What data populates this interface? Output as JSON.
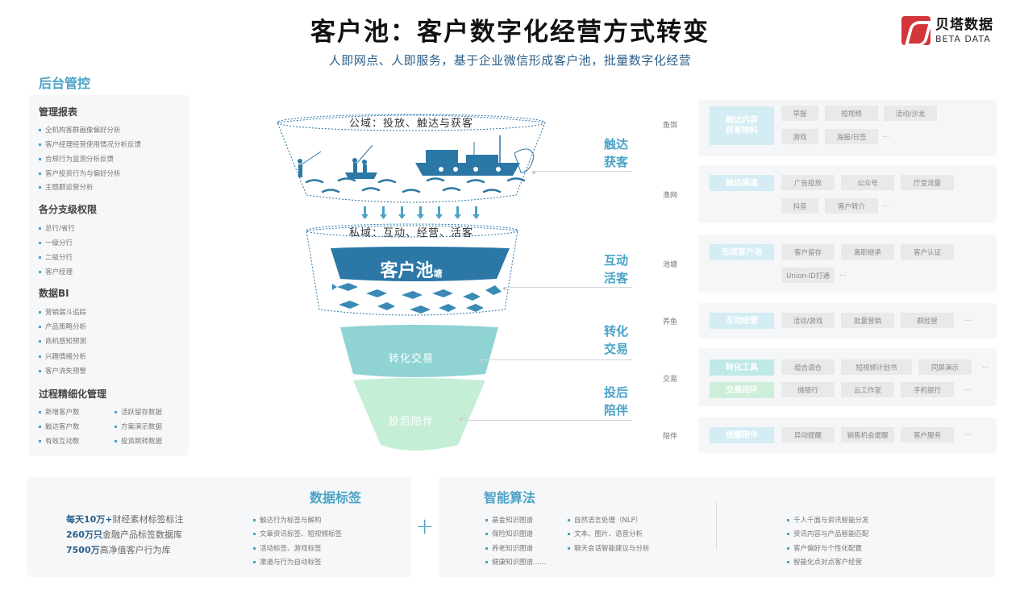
{
  "header": {
    "title": "客户池：客户数字化经营方式转变",
    "subtitle": "人即网点、人即服务，基于企业微信形成客户池，批量数字化经营",
    "logo_cn": "贝塔数据",
    "logo_en": "BETA DATA"
  },
  "left": {
    "title": "后台管控",
    "sections": [
      {
        "title": "管理报表",
        "items": [
          "全机构客群画像偏好分析",
          "客户经理经营使用情况分析反馈",
          "合规行为监测分析反馈",
          "客户投资行为与偏好分析",
          "主题群运营分析"
        ]
      },
      {
        "title": "各分支级权限",
        "items": [
          "总行/省行",
          "一级分行",
          "二级分行",
          "客户经理"
        ]
      },
      {
        "title": "数据BI",
        "items": [
          "营销漏斗追踪",
          "产品策略分析",
          "商机感知预测",
          "兴趣情绪分析",
          "客户流失预警"
        ]
      },
      {
        "title": "过程精细化管理",
        "items": [
          "新增客户数",
          "触达客户数",
          "有效互动数",
          "活跃留存数据",
          "方案演示数据",
          "投资跳转数据"
        ]
      }
    ]
  },
  "funnel": {
    "public_label": "公域：投放、触达与获客",
    "private_label": "私域：互动、经营、活客",
    "pool_label": "客户池",
    "pool_suffix": "塘",
    "convert_label": "转化交易",
    "after_label": "投后陪伴",
    "colors": {
      "pool": "#2b77a6",
      "convert": "#7fcfd1",
      "after": "#bfeccf",
      "accent": "#4ba3c7"
    }
  },
  "stages": [
    {
      "line1": "触达",
      "line2": "获客"
    },
    {
      "line1": "互动",
      "line2": "活客"
    },
    {
      "line1": "转化",
      "line2": "交易"
    },
    {
      "line1": "投后",
      "line2": "陪伴"
    }
  ],
  "right": {
    "rows": [
      {
        "label": "鱼饵"
      },
      {
        "label": "渔网"
      },
      {
        "label": "池塘"
      },
      {
        "label": "养鱼"
      },
      {
        "label": "交易"
      },
      {
        "label": "陪伴"
      }
    ],
    "cards": [
      {
        "category": "触达内容获客物料",
        "cat1": "触达内容",
        "cat2": "获客物料",
        "chips": [
          "早报",
          "短视频",
          "活动/沙龙",
          "游戏",
          "海报/日签"
        ],
        "more": "..."
      },
      {
        "category": "触达渠道",
        "chips": [
          "广告投放",
          "公众号",
          "厅堂流量",
          "抖音",
          "客户转介"
        ],
        "more": "..."
      },
      {
        "category": "形成客户池",
        "chips": [
          "客户留存",
          "离职继承",
          "客户认证",
          "Union-ID打通"
        ],
        "more": "..."
      },
      {
        "category": "互动经营",
        "chips": [
          "活动/游戏",
          "批量营销",
          "群经营"
        ],
        "more": "..."
      },
      {
        "category": "转化工具",
        "chips": [
          "组合调仓",
          "短视频计划书",
          "同屏演示"
        ],
        "more": "..."
      },
      {
        "category": "交易闭环",
        "chips": [
          "微银行",
          "云工作室",
          "手机银行"
        ],
        "more": "..."
      },
      {
        "category": "提醒陪伴",
        "chips": [
          "异动提醒",
          "销售机会提醒",
          "客户服务"
        ],
        "more": "..."
      }
    ]
  },
  "bottom": {
    "data_tags": {
      "title": "数据标签",
      "stats": [
        {
          "bold": "每天10万+",
          "text": "财经素材标签标注"
        },
        {
          "bold": "260万只",
          "text": "金融产品标签数据库"
        },
        {
          "bold": "7500万",
          "text": "高净值客户行为库"
        }
      ],
      "items": [
        "触达行为标签与解构",
        "文章资讯标签、短视频标签",
        "活动标签、游戏标签",
        "渠道与行为自动标签"
      ]
    },
    "plus": "+",
    "algorithms": {
      "title": "智能算法",
      "col1": [
        "基金知识图谱",
        "保险知识图谱",
        "养老知识图谱",
        "健康知识图谱......"
      ],
      "col2": [
        "自然语言处理（NLP）",
        "文本、图片、语音分析",
        "聊天会话智能建议与分析"
      ],
      "col3": [
        "千人千面与资讯智能分发",
        "资讯内容与产品智能匹配",
        "客户偏好与个性化配置",
        "智能化点对点客户经营"
      ]
    }
  }
}
